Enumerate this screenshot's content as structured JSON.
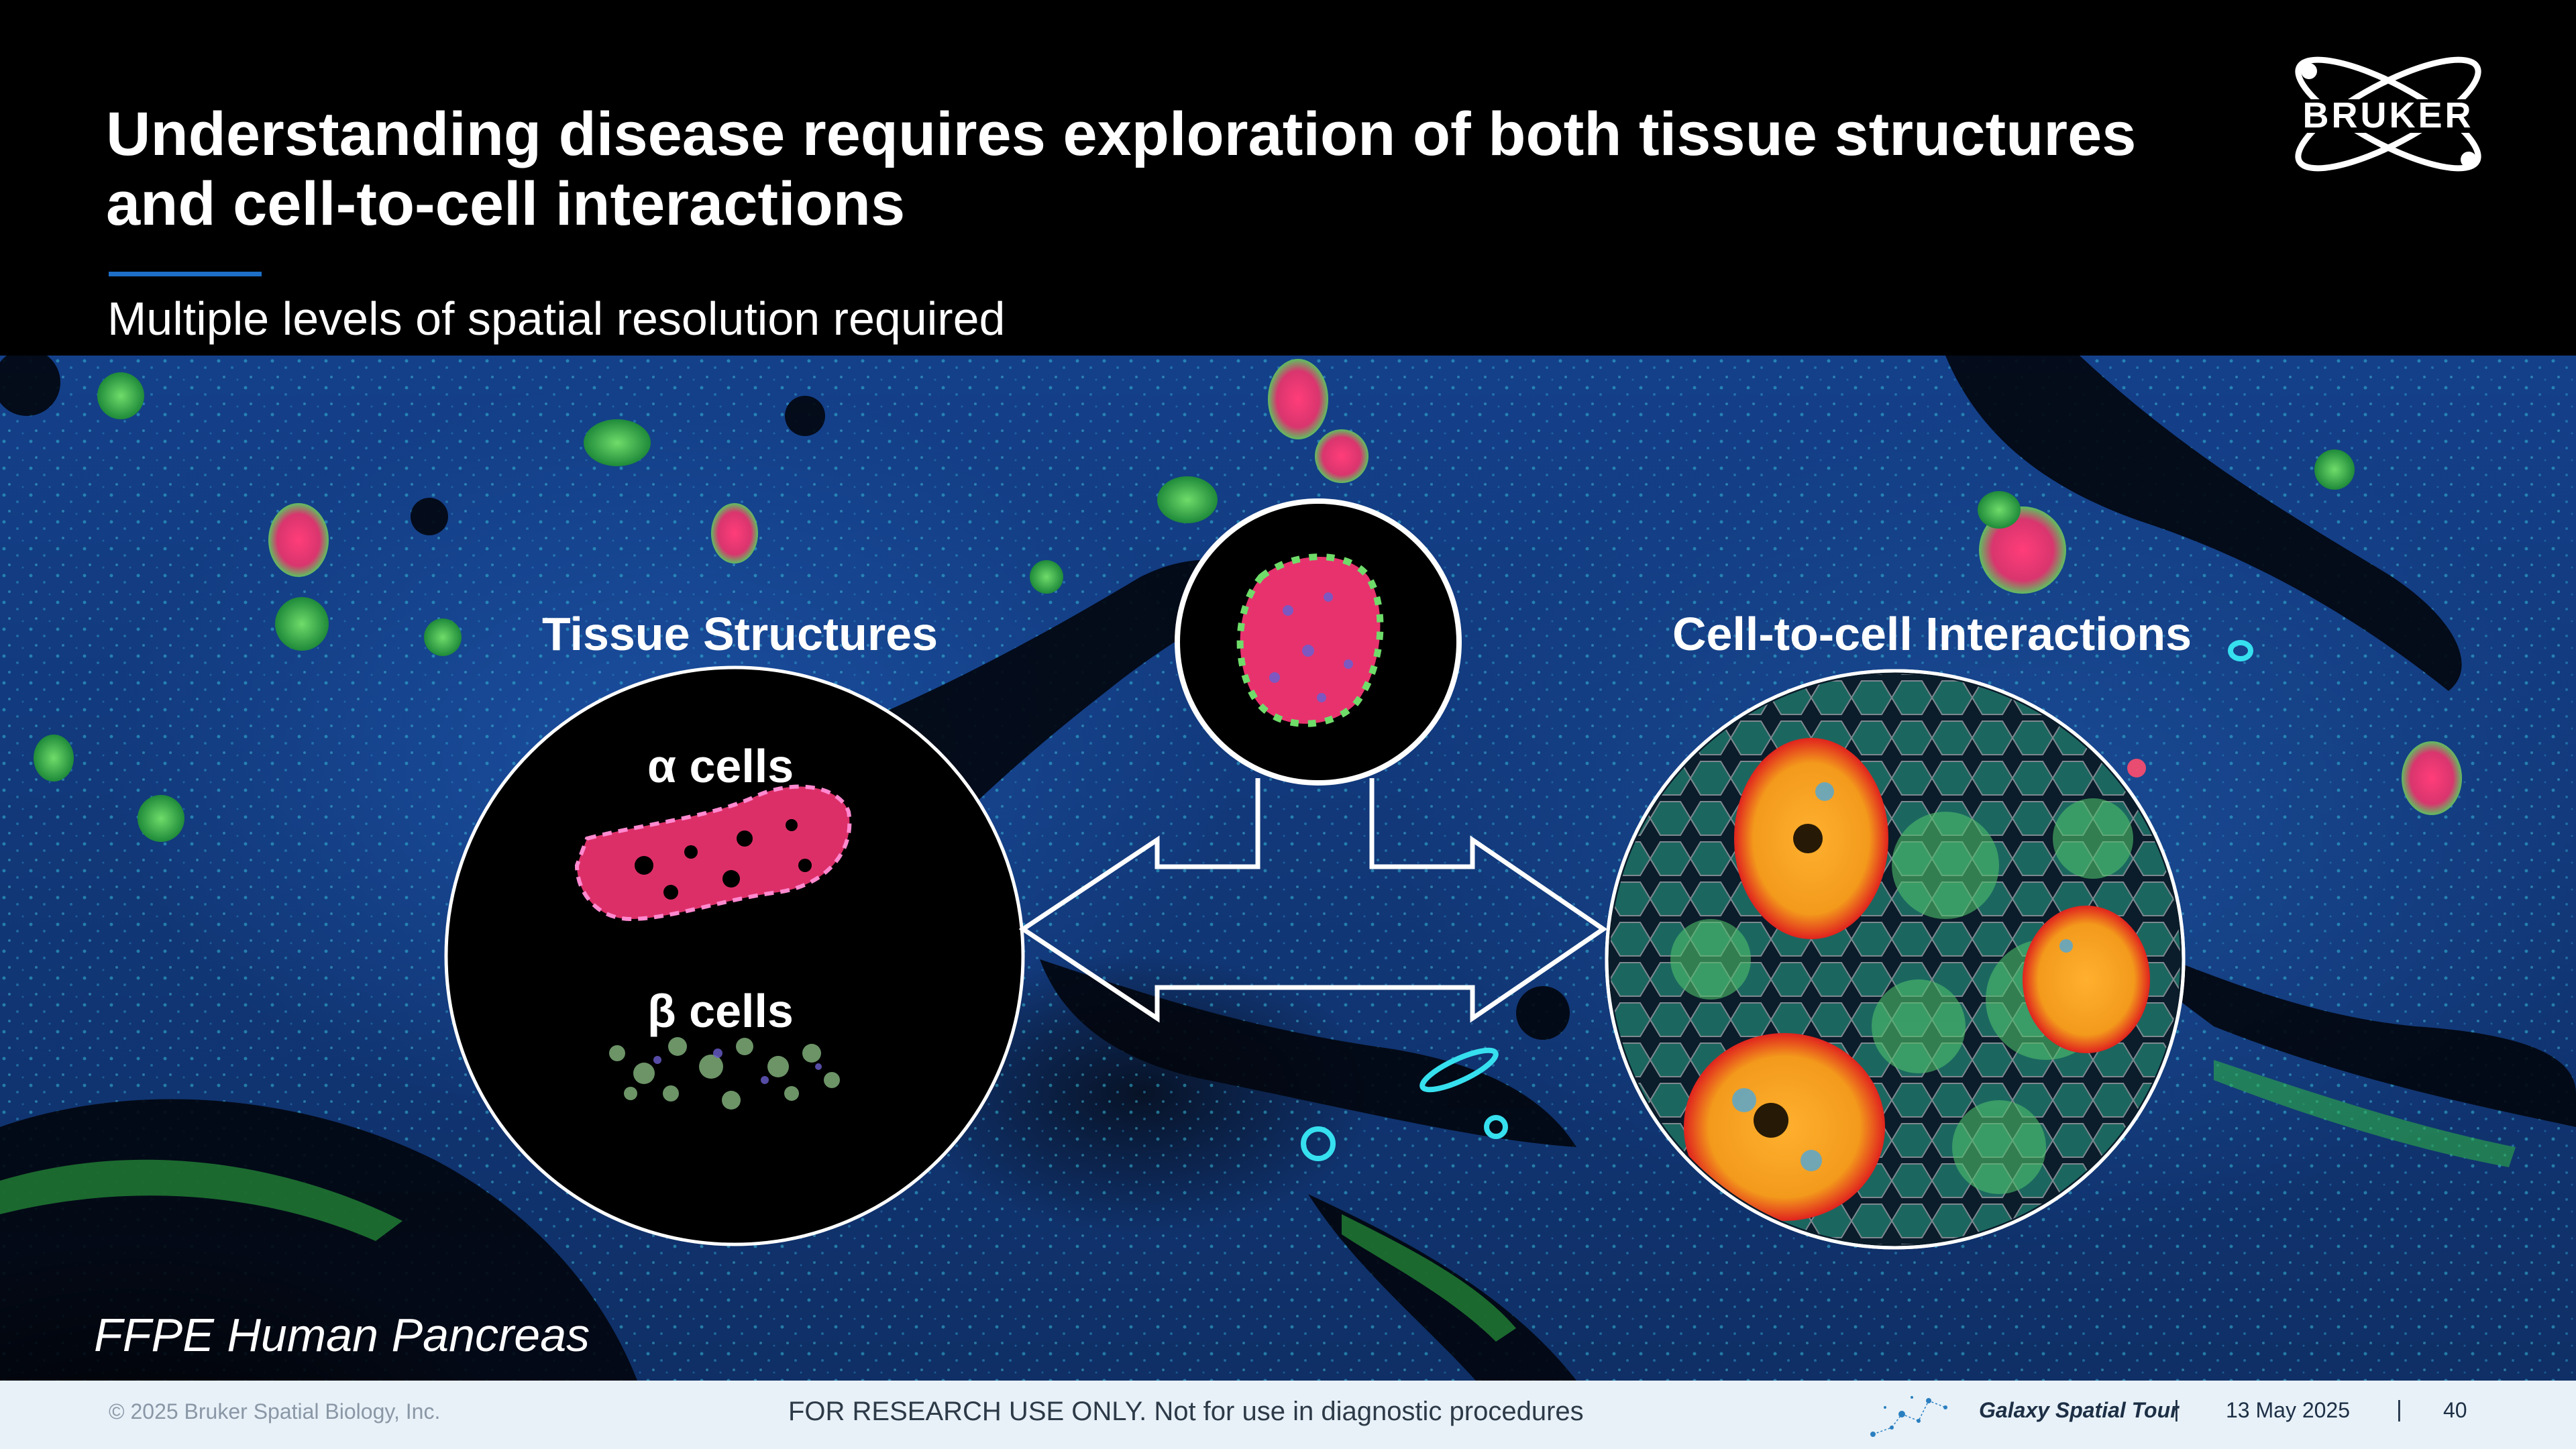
{
  "header": {
    "title_line1": "Understanding disease requires exploration of both tissue structures",
    "title_line2": "and cell-to-cell interactions",
    "subtitle": "Multiple levels of spatial resolution required",
    "logo_text": "BRUKER"
  },
  "figure": {
    "left_label": "Tissue Structures",
    "right_label": "Cell-to-cell Interactions",
    "alpha_label": "α  cells",
    "beta_label": "β  cells",
    "caption": "FFPE Human Pancreas"
  },
  "footer": {
    "copyright": "© 2025 Bruker Spatial Biology, Inc.",
    "disclaimer": "FOR RESEARCH USE ONLY. Not for use in diagnostic procedures",
    "event": "Galaxy Spatial Tour",
    "separator": "|",
    "date": "13 May 2025",
    "page": "40"
  },
  "colors": {
    "accent_line": "#1e6fc6",
    "tissue_blue": "#1b4fa0",
    "islet_pink": "#e8326e",
    "islet_orange": "#f5a623",
    "cell_green": "#3fb950",
    "footer_bg": "#e8f1f8"
  }
}
